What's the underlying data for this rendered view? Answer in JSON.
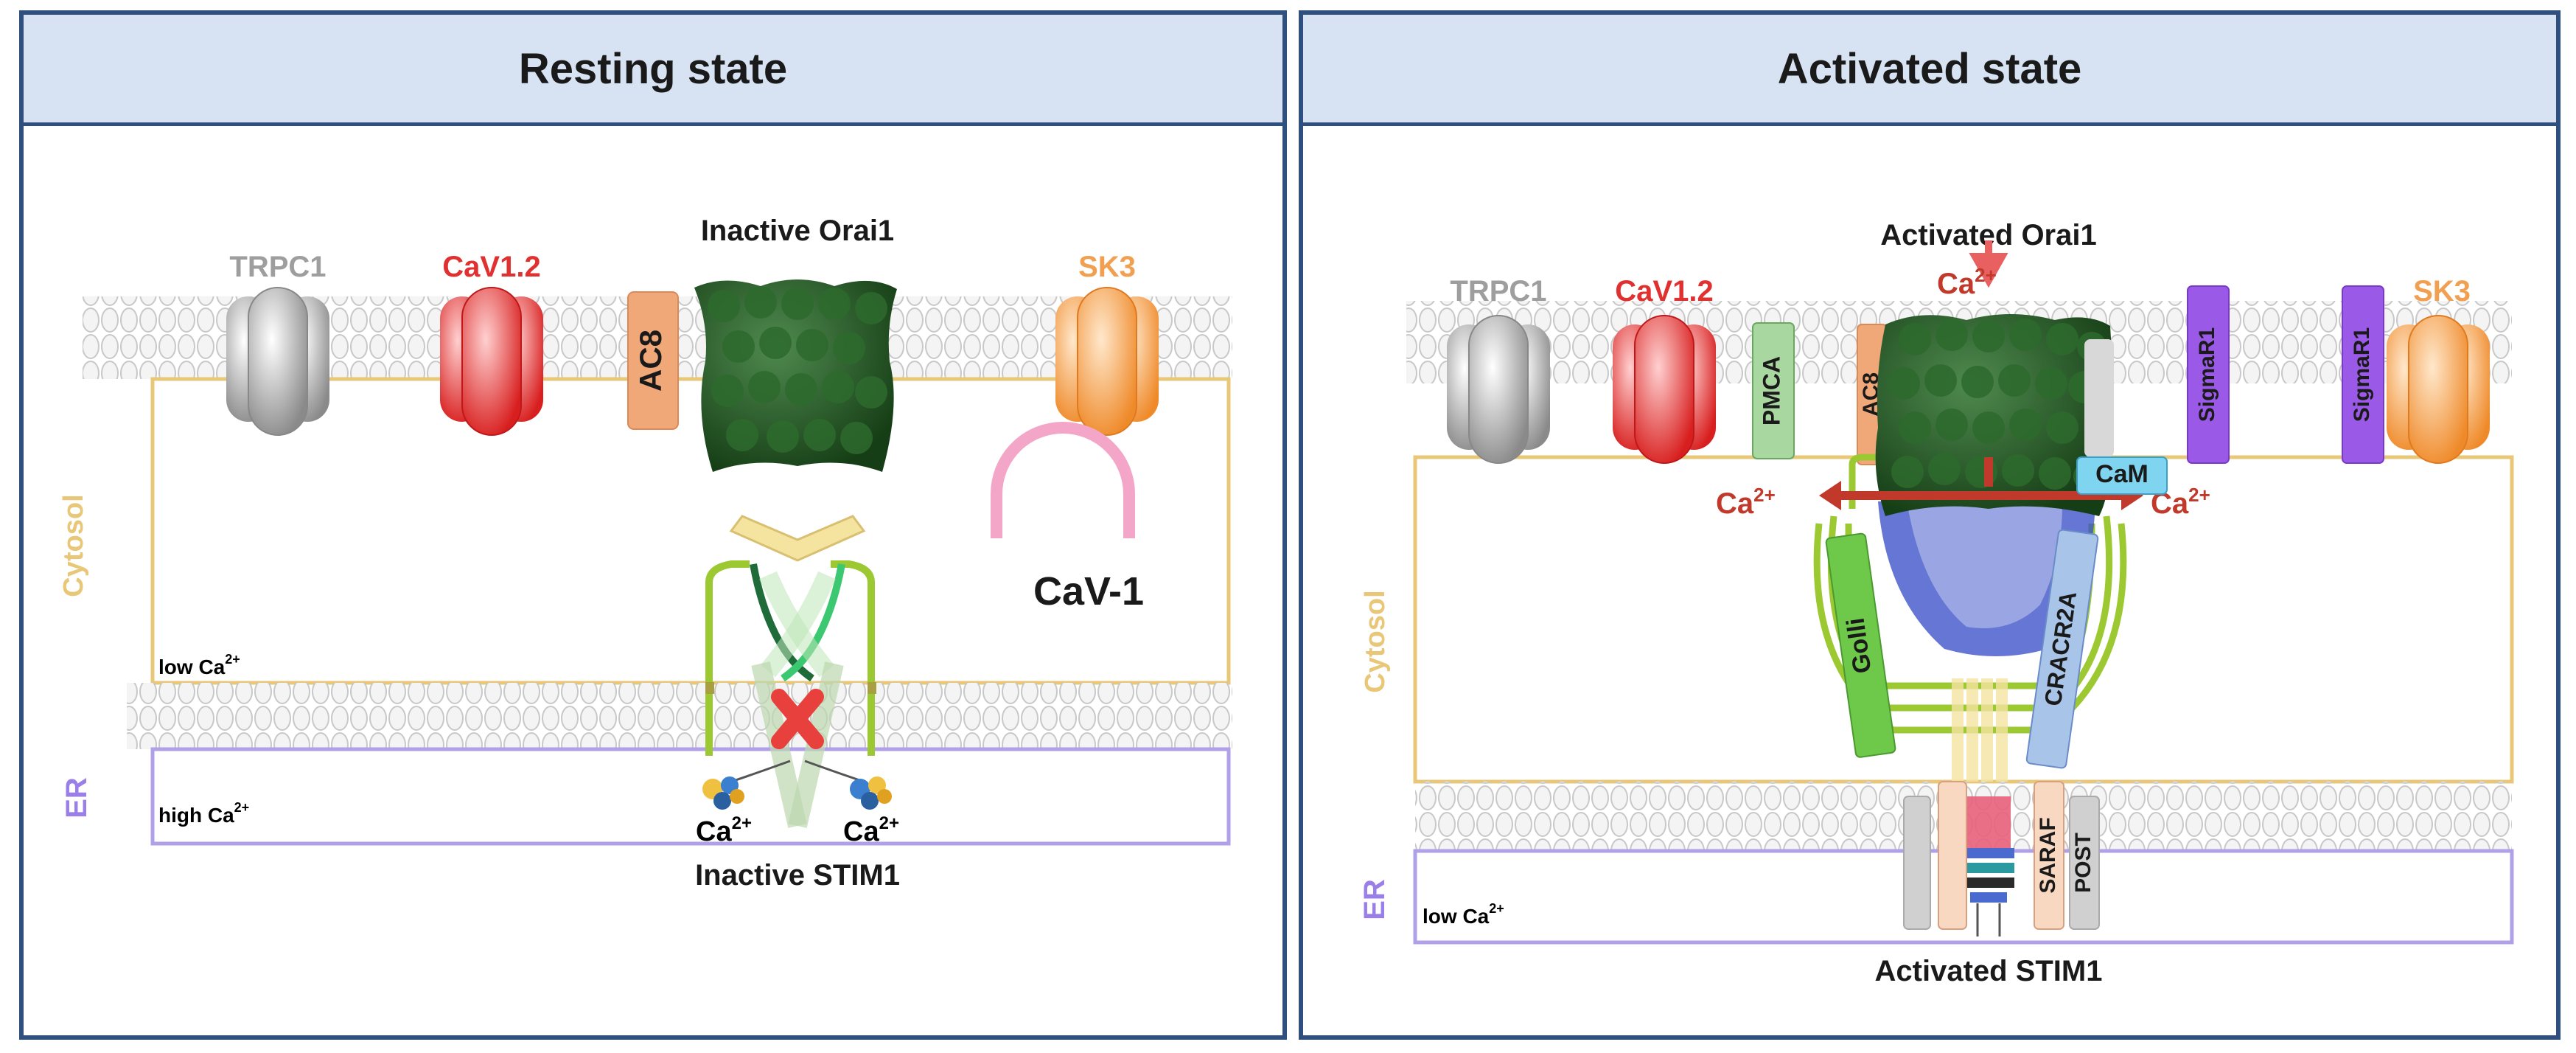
{
  "resting": {
    "title": "Resting state",
    "orai_label": "Inactive Orai1",
    "stim_label": "Inactive STIM1",
    "trpc1": "TRPC1",
    "cav12": "CaV1.2",
    "sk3": "SK3",
    "ac8": "AC8",
    "cav1": "CaV-1",
    "cytosol": "Cytosol",
    "er": "ER",
    "cyto_ca": "low Ca",
    "er_ca": "high Ca",
    "ca_left": "Ca",
    "ca_right": "Ca",
    "charge": "2+"
  },
  "activated": {
    "title": "Activated state",
    "orai_label": "Activated Orai1",
    "stim_label": "Activated STIM1",
    "trpc1": "TRPC1",
    "cav12": "CaV1.2",
    "sk3": "SK3",
    "pmca": "PMCA",
    "ac8": "AC8",
    "sigmar1_a": "SigmaR1",
    "sigmar1_b": "SigmaR1",
    "cam": "CaM",
    "golli": "Golli",
    "cracr2a": "CRACR2A",
    "saraf": "SARAF",
    "post": "POST",
    "cytosol": "Cytosol",
    "er": "ER",
    "er_ca": "low Ca",
    "ca_top": "Ca",
    "ca_left": "Ca",
    "ca_right": "Ca",
    "charge": "2+"
  },
  "colors": {
    "border": "#2f4f7f",
    "header": "#d7e3f3",
    "trpc1": "#9e9e9e",
    "cav12": "#e03030",
    "sk3": "#f0a050",
    "ac8": "#f0a878",
    "orai": "#2d5e2d",
    "stim": "#9cc832",
    "cav1": "#f4a6c8",
    "cytosol": "#e8c878",
    "er": "#b0a0e8",
    "ca_ion": "#c0392b",
    "pmca": "#a8d8a0",
    "sigmar1": "#9b59e8",
    "cam": "#7fd4f0",
    "golli": "#6ec84a",
    "cracr2a": "#a8c4e8",
    "saraf": "#f8d8c0",
    "post": "#d0d0d0"
  }
}
